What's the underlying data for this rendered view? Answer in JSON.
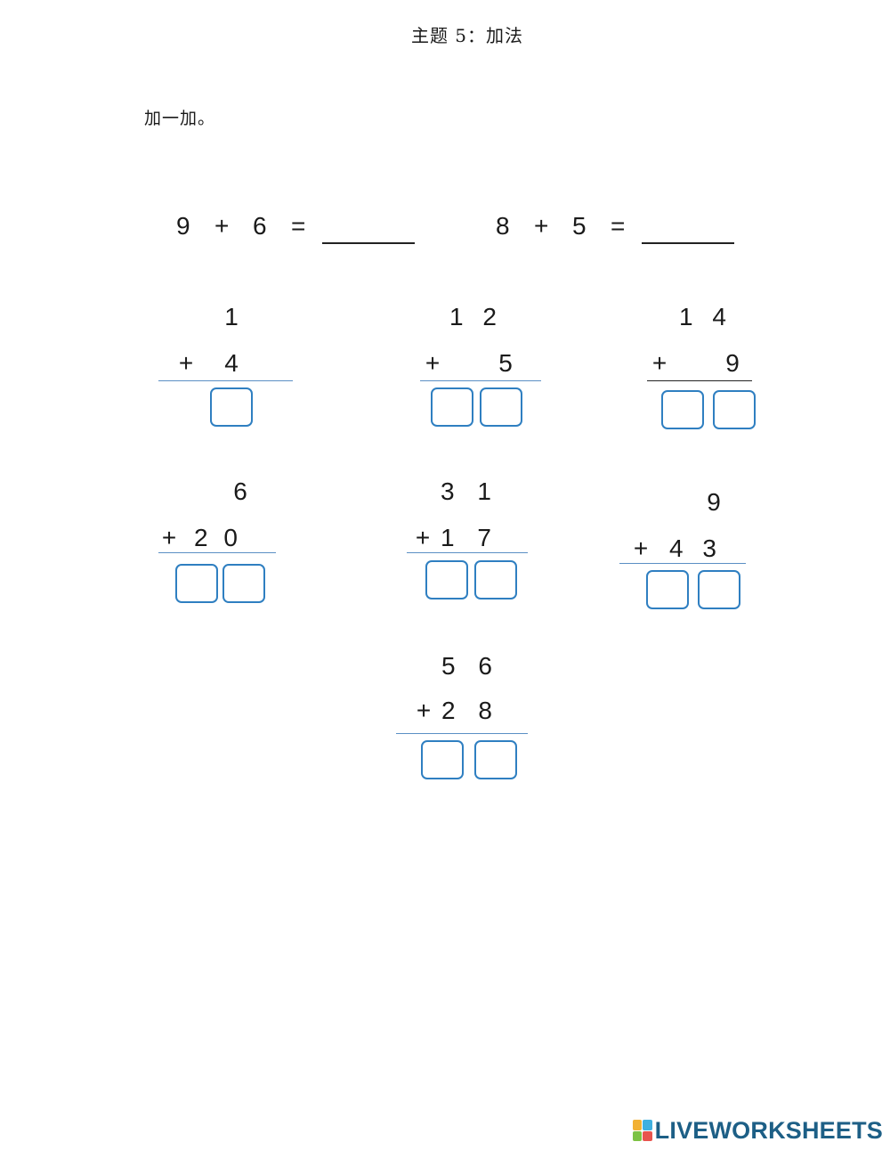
{
  "page_title": "主题 5：加法",
  "instruction": "加一加。",
  "equations": [
    {
      "a": "9",
      "op": "+",
      "b": "6",
      "eq": "=",
      "answer": ""
    },
    {
      "a": "8",
      "op": "+",
      "b": "5",
      "eq": "=",
      "answer": ""
    }
  ],
  "problems": [
    {
      "top": "1",
      "op": "+",
      "bottom": "4"
    },
    {
      "top": "1 2",
      "op": "+",
      "bottom": "5"
    },
    {
      "top": "1 4",
      "op": "+",
      "bottom": "9"
    },
    {
      "top": "6",
      "op": "+",
      "bottom": "2 0"
    },
    {
      "top": "3 1",
      "op": "+",
      "bottom": "1 7"
    },
    {
      "top": "9",
      "op": "+",
      "bottom": "4 3"
    },
    {
      "top": "5 6",
      "op": "+",
      "bottom": "2 8"
    }
  ],
  "brand": {
    "name": "LIVEWORKSHEETS",
    "logo_colors": [
      "#f2b134",
      "#3fb0e0",
      "#7dc243",
      "#e8544e"
    ]
  },
  "colors": {
    "box_border": "#2f7fc1",
    "rule": "#5b8fc4",
    "brand_text": "#1d5f86"
  }
}
